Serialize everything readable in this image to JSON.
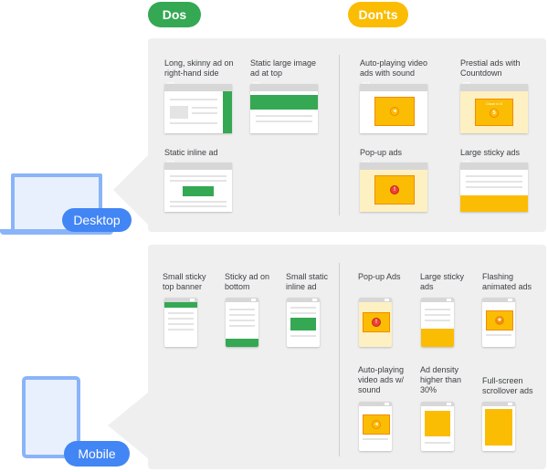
{
  "header": {
    "dos": "Dos",
    "donts": "Don'ts"
  },
  "devices": {
    "desktop": "Desktop",
    "mobile": "Mobile"
  },
  "desktop": {
    "dos": [
      "Long, skinny ad on right-hand side",
      "Static large image ad at top",
      "Static inline ad"
    ],
    "donts": [
      "Auto-playing video ads with sound",
      "Prestial ads with Countdown",
      "Pop-up ads",
      "Large sticky ads"
    ],
    "countdown_text": "Close in 5"
  },
  "mobile": {
    "dos": [
      "Small sticky top banner",
      "Sticky ad on bottom",
      "Small static inline ad"
    ],
    "donts": [
      "Pop-up Ads",
      "Large sticky ads",
      "Flashing animated ads",
      "Auto-playing video ads w/ sound",
      "Ad density higher than 30%",
      "Full-screen scrollover ads"
    ]
  },
  "colors": {
    "green": "#34a853",
    "yellow": "#fbbc04",
    "blue": "#4285f4",
    "panel": "#efefef"
  }
}
